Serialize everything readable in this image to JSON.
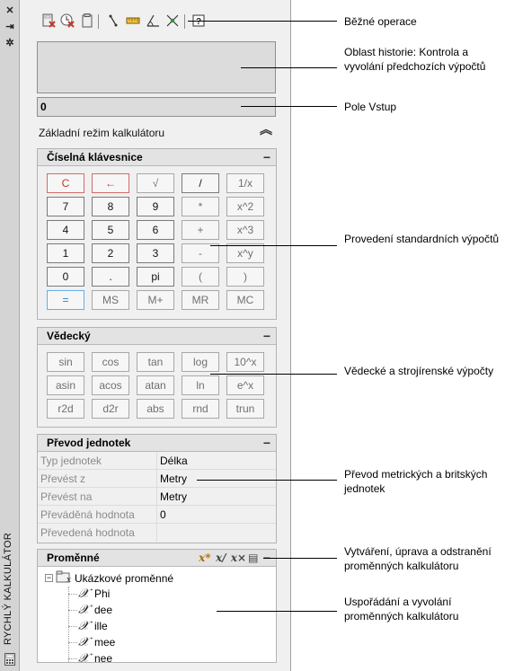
{
  "strip": {
    "title": "RYCHLÝ KALKULÁTOR",
    "close_glyph": "✕",
    "autohide_glyph": "⇥",
    "settings_glyph": "✲"
  },
  "toolbar": {
    "icons": [
      "clear-icon",
      "clear-history-icon",
      "paste-icon",
      "get-coordinates-icon",
      "distance-icon",
      "angle-icon",
      "intersection-icon",
      "help-icon"
    ]
  },
  "input": {
    "value": "0"
  },
  "mode": {
    "label": "Základní režim kalkulátoru",
    "toggle_glyph": "︽"
  },
  "numpad": {
    "title": "Číselná klávesnice",
    "collapse": "−",
    "rows": [
      [
        "C",
        "←",
        "√",
        "/",
        "1/x"
      ],
      [
        "7",
        "8",
        "9",
        "*",
        "x^2"
      ],
      [
        "4",
        "5",
        "6",
        "+",
        "x^3"
      ],
      [
        "1",
        "2",
        "3",
        "-",
        "x^y"
      ],
      [
        "0",
        ".",
        "pi",
        "(",
        ")"
      ],
      [
        "=",
        "MS",
        "M+",
        "MR",
        "MC"
      ]
    ]
  },
  "scientific": {
    "title": "Vědecký",
    "collapse": "−",
    "rows": [
      [
        "sin",
        "cos",
        "tan",
        "log",
        "10^x"
      ],
      [
        "asin",
        "acos",
        "atan",
        "ln",
        "e^x"
      ],
      [
        "r2d",
        "d2r",
        "abs",
        "rnd",
        "trun"
      ]
    ]
  },
  "units": {
    "title": "Převod jednotek",
    "collapse": "−",
    "rows": [
      {
        "name": "Typ jednotek",
        "value": "Délka"
      },
      {
        "name": "Převést z",
        "value": "Metry"
      },
      {
        "name": "Převést na",
        "value": "Metry"
      },
      {
        "name": "Převáděná hodnota",
        "value": "0"
      },
      {
        "name": "Převedená hodnota",
        "value": ""
      }
    ]
  },
  "variables": {
    "title": "Proměnné",
    "collapse": "−",
    "root": "Ukázkové proměnné",
    "items": [
      "Phi",
      "dee",
      "ille",
      "mee",
      "nee"
    ]
  },
  "callouts": [
    "Běžné operace",
    "Oblast historie: Kontrola a vyvolání předchozích výpočtů",
    "Pole Vstup",
    "Provedení standardních výpočtů",
    "Vědecké a strojírenské výpočty",
    "Převod metrických a britských jednotek",
    "Vytváření, úprava a odstranění proměnných kalkulátoru",
    "Uspořádání a vyvolání proměnných kalkulátoru"
  ]
}
